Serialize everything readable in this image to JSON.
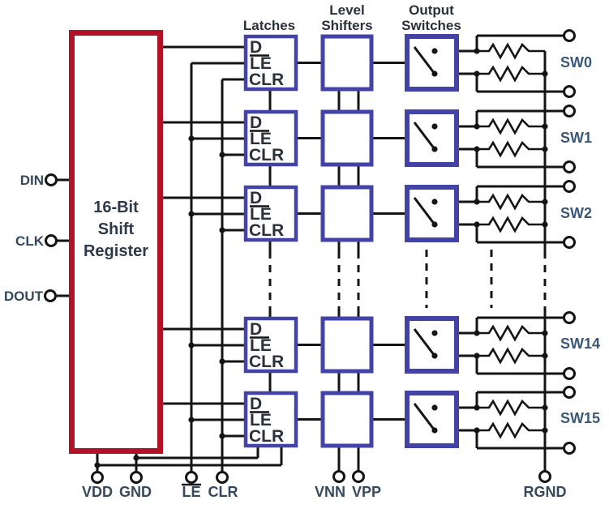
{
  "diagram": {
    "column_headers": {
      "latches": "Latches",
      "level_shifters_line1": "Level",
      "level_shifters_line2": "Shifters",
      "output_switches_line1": "Output",
      "output_switches_line2": "Switches"
    },
    "register": {
      "label_line1": "16-Bit",
      "label_line2": "Shift",
      "label_line3": "Register"
    },
    "latch_ports": {
      "d": "D",
      "le": "LE",
      "clr": "CLR"
    },
    "left_pins": [
      {
        "label": "DIN"
      },
      {
        "label": "CLK"
      },
      {
        "label": "DOUT"
      }
    ],
    "bottom_pins": [
      {
        "label": "VDD"
      },
      {
        "label": "GND"
      },
      {
        "label": "LE",
        "overline": true
      },
      {
        "label": "CLR"
      },
      {
        "label": "VNN"
      },
      {
        "label": "VPP"
      },
      {
        "label": "RGND"
      }
    ],
    "switch_rows": [
      {
        "label": "SW0"
      },
      {
        "label": "SW1"
      },
      {
        "label": "SW2"
      },
      {
        "label": "SW14"
      },
      {
        "label": "SW15"
      }
    ],
    "colors": {
      "register_border": "#b11226",
      "block_border": "#4342a6",
      "wire": "#141414",
      "block_label": "#2b303b",
      "register_label": "#2e3a4c",
      "pin_label": "#35495e",
      "sw_label": "#3b5878"
    }
  }
}
